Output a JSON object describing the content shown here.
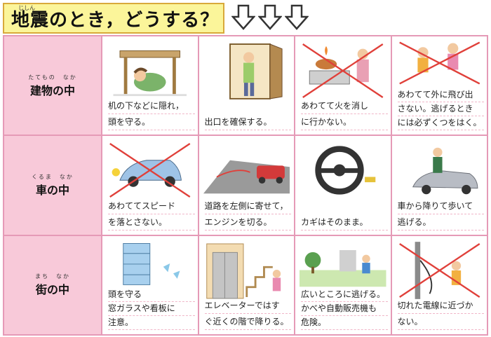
{
  "title": "地震のとき，どうする？",
  "title_ruby": "じしん",
  "rows": [
    {
      "ruby": "たてもの　なか",
      "label": "建物の中",
      "cells": [
        {
          "icon": "hide-under-desk-icon",
          "crossed": false,
          "lines": [
            "机の下などに隠れ，",
            "頭を守る。"
          ]
        },
        {
          "icon": "open-door-icon",
          "crossed": false,
          "lines": [
            "出口を確保する。"
          ]
        },
        {
          "icon": "stove-fire-icon",
          "crossed": true,
          "lines": [
            "あわてて火を消し",
            "に行かない。"
          ]
        },
        {
          "icon": "run-outside-icon",
          "crossed": true,
          "lines": [
            "あわてて外に飛び出",
            "さない。逃げるとき",
            "には必ずくつをはく。"
          ]
        }
      ]
    },
    {
      "ruby": "くるま　なか",
      "label": "車の中",
      "cells": [
        {
          "icon": "speeding-car-icon",
          "crossed": true,
          "lines": [
            "あわててスピード",
            "を落とさない。"
          ]
        },
        {
          "icon": "car-pull-left-icon",
          "crossed": false,
          "lines": [
            "道路を左側に寄せて，",
            "エンジンを切る。"
          ]
        },
        {
          "icon": "steering-wheel-key-icon",
          "crossed": false,
          "lines": [
            "カギはそのまま。"
          ]
        },
        {
          "icon": "walk-from-car-icon",
          "crossed": false,
          "lines": [
            "車から降りて歩いて",
            "逃げる。"
          ]
        }
      ]
    },
    {
      "ruby": "まち　なか",
      "label": "街の中",
      "cells": [
        {
          "icon": "falling-glass-icon",
          "crossed": false,
          "lines": [
            "頭を守る",
            "窓ガラスや看板に",
            "注意。"
          ]
        },
        {
          "icon": "elevator-stairs-icon",
          "crossed": false,
          "lines": [
            "エレベーターではす",
            "ぐ近くの階で降りる。"
          ]
        },
        {
          "icon": "open-space-icon",
          "crossed": false,
          "lines": [
            "広いところに逃げる。",
            "かべや自動販売機も",
            "危険。"
          ]
        },
        {
          "icon": "power-line-icon",
          "crossed": true,
          "lines": [
            "切れた電線に近づか",
            "ない。"
          ]
        }
      ]
    }
  ],
  "colors": {
    "title_bg": "#fbf59a",
    "row_head_bg": "#f8c9d9",
    "grid_border": "#e59ab7",
    "cross": "#e0403a"
  }
}
